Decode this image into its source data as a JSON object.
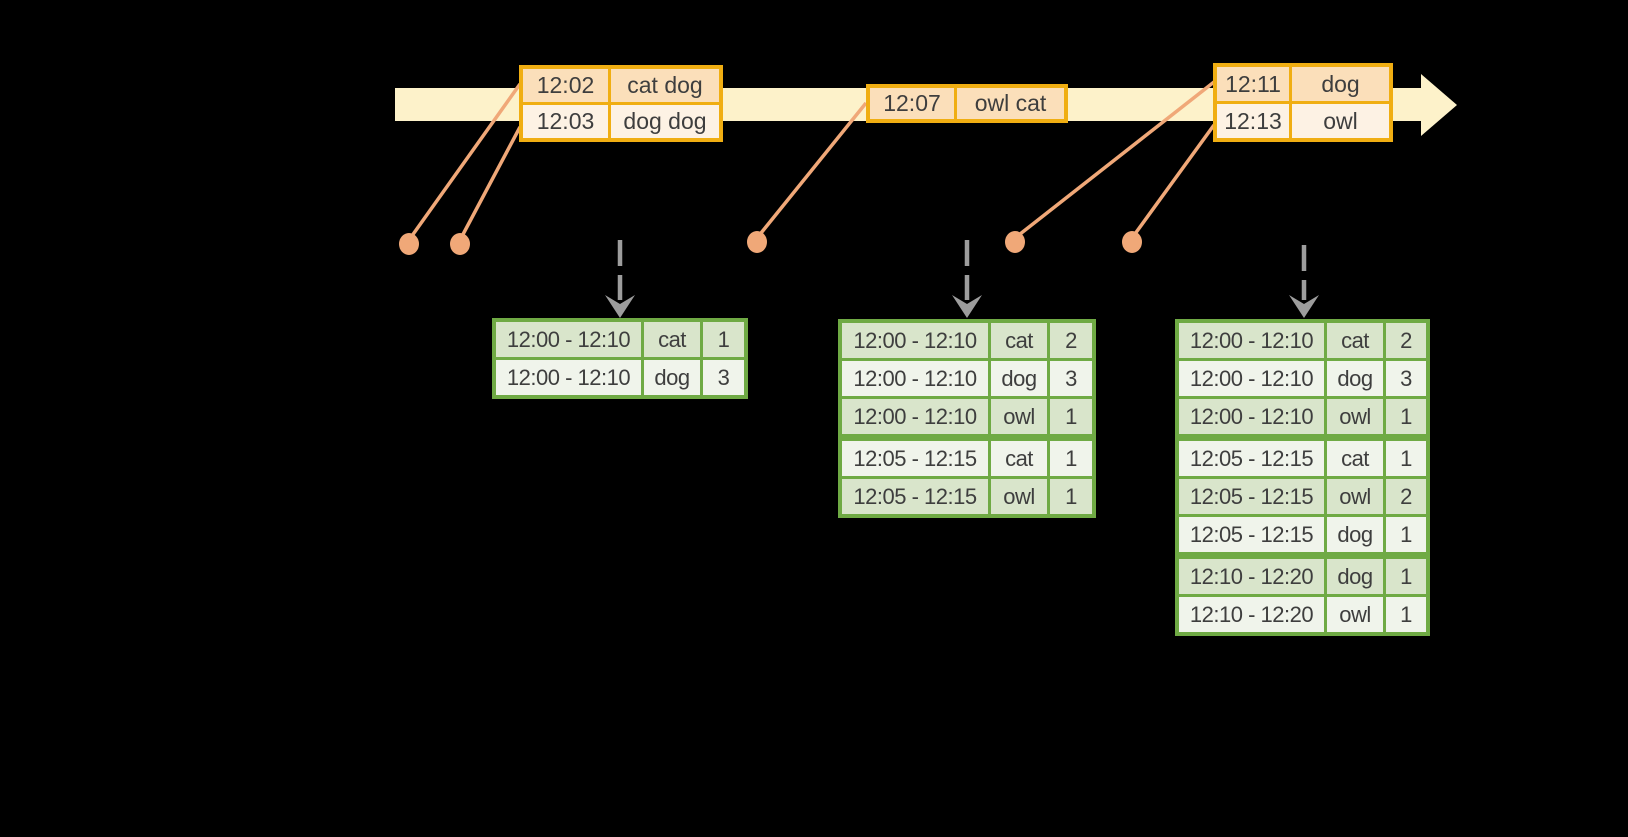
{
  "event_tables": [
    {
      "rows": [
        {
          "time": "12:02",
          "words": "cat dog"
        },
        {
          "time": "12:03",
          "words": "dog dog"
        }
      ]
    },
    {
      "rows": [
        {
          "time": "12:07",
          "words": "owl cat"
        }
      ]
    },
    {
      "rows": [
        {
          "time": "12:11",
          "words": "dog"
        },
        {
          "time": "12:13",
          "words": "owl"
        }
      ]
    }
  ],
  "result_tables": [
    {
      "rows": [
        {
          "window": "12:00 - 12:10",
          "word": "cat",
          "count": 1
        },
        {
          "window": "12:00 - 12:10",
          "word": "dog",
          "count": 3
        }
      ]
    },
    {
      "rows": [
        {
          "window": "12:00 - 12:10",
          "word": "cat",
          "count": 2
        },
        {
          "window": "12:00 - 12:10",
          "word": "dog",
          "count": 3
        },
        {
          "window": "12:00 - 12:10",
          "word": "owl",
          "count": 1
        },
        {
          "window": "12:05 - 12:15",
          "word": "cat",
          "count": 1
        },
        {
          "window": "12:05 - 12:15",
          "word": "owl",
          "count": 1
        }
      ]
    },
    {
      "rows": [
        {
          "window": "12:00 - 12:10",
          "word": "cat",
          "count": 2
        },
        {
          "window": "12:00 - 12:10",
          "word": "dog",
          "count": 3
        },
        {
          "window": "12:00 - 12:10",
          "word": "owl",
          "count": 1
        },
        {
          "window": "12:05 - 12:15",
          "word": "cat",
          "count": 1
        },
        {
          "window": "12:05 - 12:15",
          "word": "owl",
          "count": 2
        },
        {
          "window": "12:05 - 12:15",
          "word": "dog",
          "count": 1
        },
        {
          "window": "12:10 - 12:20",
          "word": "dog",
          "count": 1
        },
        {
          "window": "12:10 - 12:20",
          "word": "owl",
          "count": 1
        }
      ]
    }
  ],
  "colors": {
    "gold": "#f0ae12",
    "peach-dark": "#fbdfba",
    "peach-light": "#fdf2e4",
    "band": "#fdf2ca",
    "salmon": "#f0a878",
    "gray": "#9d9d9d",
    "green-border": "#6faa44",
    "green-dark": "#d9e5cb",
    "green-light": "#f0f4eb",
    "text": "#3e3e3e"
  }
}
